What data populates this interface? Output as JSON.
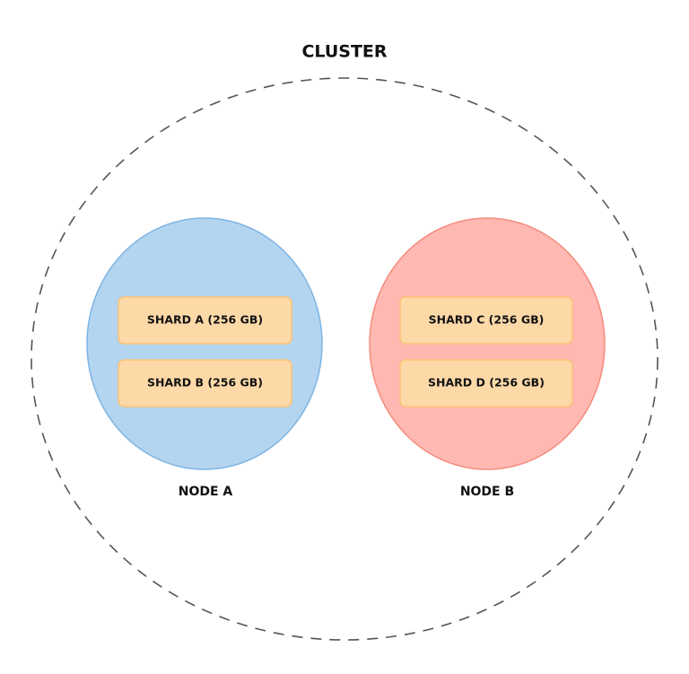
{
  "cluster": {
    "label": "CLUSTER",
    "stroke": "#555555"
  },
  "nodes": [
    {
      "label": "NODE A",
      "fill": "#b3d5f0",
      "stroke": "#7eb4e2",
      "shards": [
        {
          "label": "SHARD A (256 GB)"
        },
        {
          "label": "SHARD B (256 GB)"
        }
      ]
    },
    {
      "label": "NODE B",
      "fill": "#ffb9b2",
      "stroke": "#f58b7d",
      "shards": [
        {
          "label": "SHARD C (256 GB)"
        },
        {
          "label": "SHARD D (256 GB)"
        }
      ]
    }
  ],
  "shard_style": {
    "fill": "#fdd9a8",
    "stroke": "#fbc274"
  }
}
